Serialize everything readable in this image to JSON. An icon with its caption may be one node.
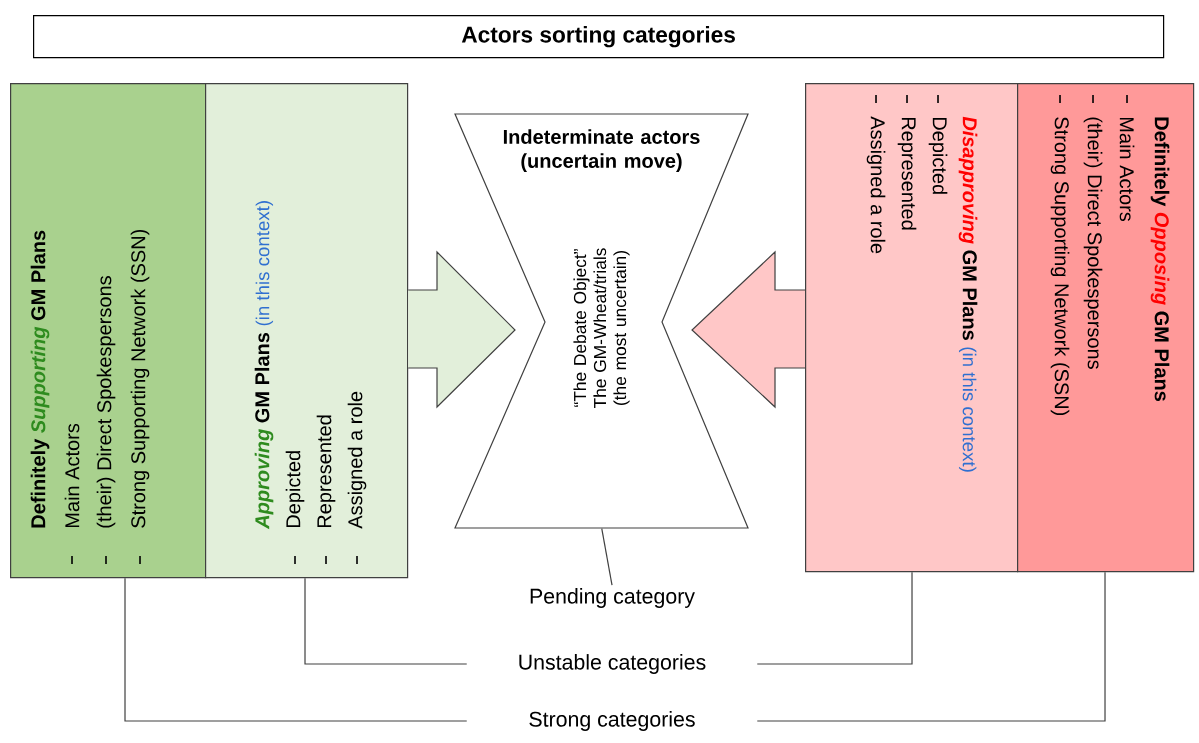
{
  "diagram": {
    "nodes": [
      {
        "text": [
          "Actors sorting categories"
        ]
      },
      {
        "text": [
          "Definitely *Supporting* GM Plans",
          "Main Actors",
          "(their) Direct Spokespersons",
          "Strong Supporting Network (SSN)"
        ]
      },
      {
        "text": [
          "*Approving* GM Plans",
          "(in this context)",
          "Depicted",
          "Represented",
          "Assigned a role"
        ]
      },
      {
        "text": [
          "Indeterminate actors (uncertain move)",
          "“The Debate Object” The GM-Wheat/trials (the most uncertain)"
        ]
      },
      {
        "text": [
          "*Disapproving* GM Plans",
          "(in this context)",
          "Depicted",
          "Represented",
          "Assigned a role"
        ]
      },
      {
        "text": [
          "Definitely *Opposing* GM Plans",
          "Main Actors",
          "(their) Direct Spokespersons",
          "Strong Supporting Network (SSN)"
        ]
      },
      {
        "text": [
          "Pending category"
        ]
      },
      {
        "text": [
          "Unstable categories"
        ]
      },
      {
        "text": [
          "Strong categories"
        ]
      }
    ],
    "edges": [
      {
        "from": 2,
        "to": 3,
        "arrow": "to"
      },
      {
        "from": 4,
        "to": 3,
        "arrow": "to"
      },
      {
        "from": 3,
        "to": 6,
        "arrow": "none"
      },
      {
        "from": 2,
        "to": 7,
        "arrow": "none"
      },
      {
        "from": 4,
        "to": 7,
        "arrow": "none"
      },
      {
        "from": 1,
        "to": 8,
        "arrow": "none"
      },
      {
        "from": 5,
        "to": 8,
        "arrow": "none"
      }
    ]
  }
}
